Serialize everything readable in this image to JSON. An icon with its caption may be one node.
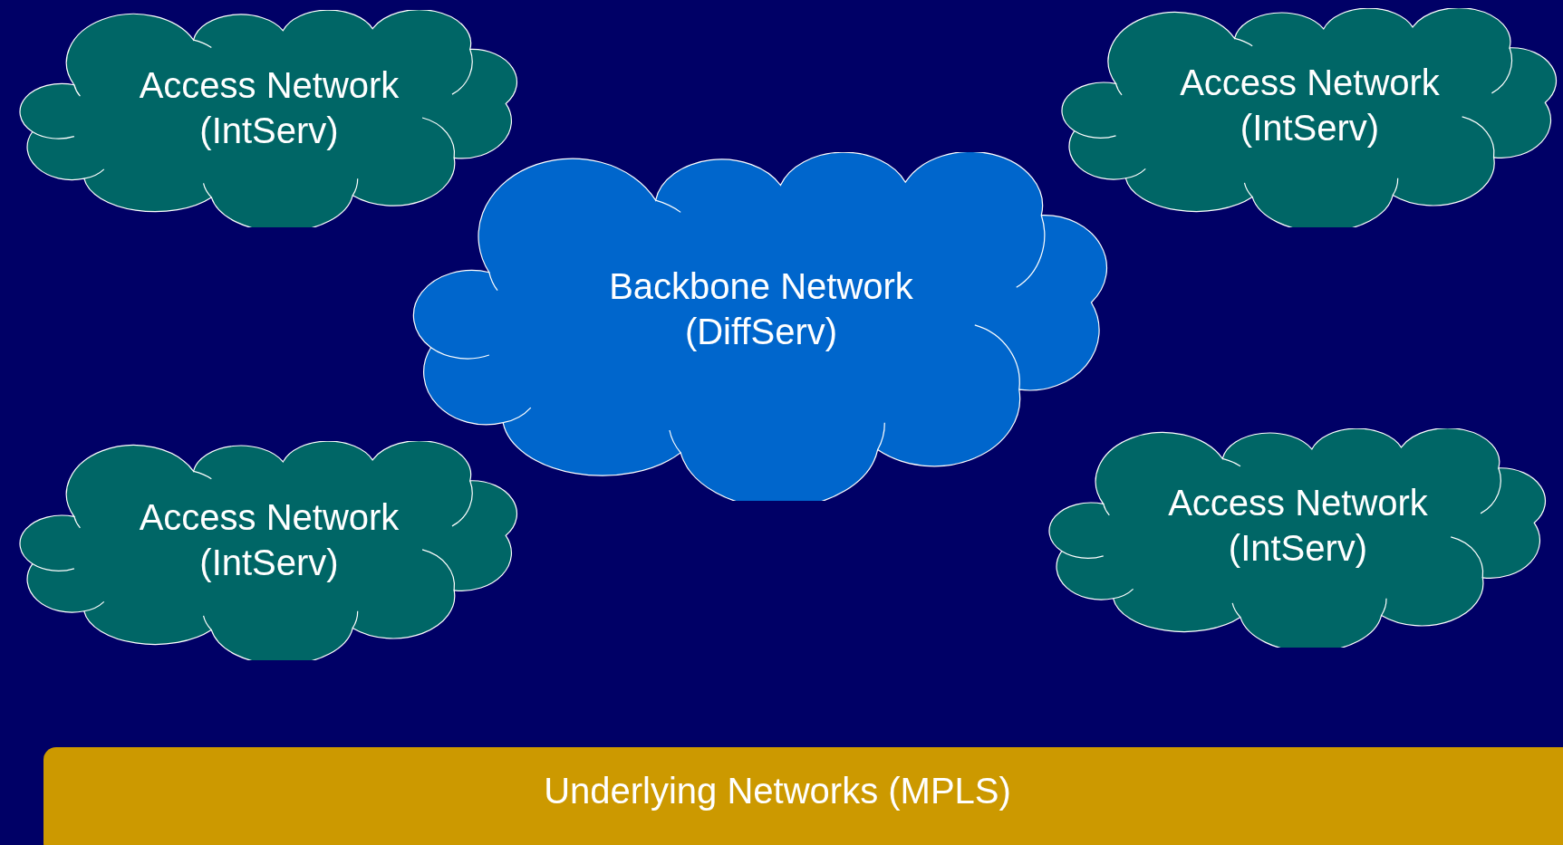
{
  "diagram": {
    "nodes": [
      {
        "text": [
          "Access Network (IntServ)"
        ]
      },
      {
        "text": [
          "Access Network (IntServ)"
        ]
      },
      {
        "text": [
          "Backbone Network (DiffServ)"
        ]
      },
      {
        "text": [
          "Access Network (IntServ)"
        ]
      },
      {
        "text": [
          "Access Network (IntServ)"
        ]
      },
      {
        "text": [
          "Underlying Networks (MPLS)"
        ]
      }
    ]
  }
}
